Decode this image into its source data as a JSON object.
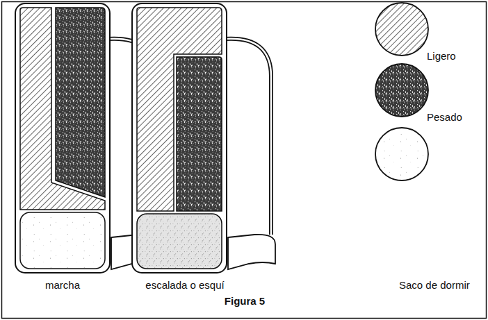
{
  "diagram": {
    "caption": "Figura 5",
    "labels": [
      "marcha",
      "escalada o esquí"
    ],
    "legend": [
      {
        "text": "Ligero"
      },
      {
        "text": "Pesado"
      },
      {
        "text": "Saco de dormir"
      }
    ]
  }
}
